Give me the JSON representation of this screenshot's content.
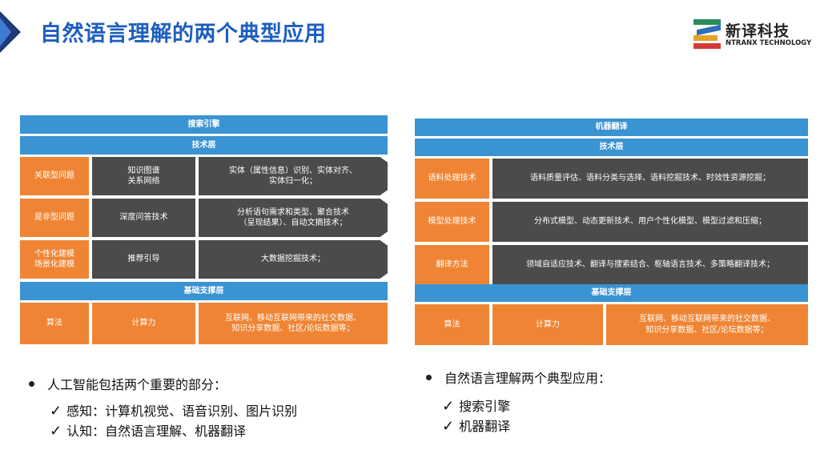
{
  "page_title": "自然语言理解的两个典型应用",
  "logo": {
    "name": "新译科技",
    "subtitle": "NTRANX TECHNOLOGY"
  },
  "left_diagram": {
    "header": "搜索引擎",
    "layer1_label": "技术层",
    "rows": [
      {
        "category": "关联型问题",
        "method": "知识图谱\n关系网络",
        "detail": "实体（属性信息）识别、实体对齐、\n实体归一化；"
      },
      {
        "category": "是非型问题",
        "method": "深度问答技术",
        "detail": "分析语句需求和类型、聚合技术\n（呈现结果）、自动文摘技术；"
      },
      {
        "category": "个性化建模\n场景化建模",
        "method": "推荐引导",
        "detail": "大数据挖掘技术；"
      }
    ],
    "layer2_label": "基础支撑层",
    "base": {
      "algorithm": "算法",
      "compute": "计算力",
      "data": "互联网、移动互联网带来的社交数据、\n知识分享数据、社区/论坛数据等；"
    }
  },
  "right_diagram": {
    "header": "机器翻译",
    "layer1_label": "技术层",
    "rows": [
      {
        "category": "语料处理技术",
        "detail": "语料质量评估、语料分类与选择、语料挖掘技术、时效性资源挖掘；"
      },
      {
        "category": "模型处理技术",
        "detail": "分布式模型、动态更新技术、用户个性化模型、模型过滤和压缩；"
      },
      {
        "category": "翻译方法",
        "detail": "领域自适应技术、翻译与搜索结合、枢轴语言技术、多策略翻译技术；"
      }
    ],
    "layer2_label": "基础支撑层",
    "base": {
      "algorithm": "算法",
      "compute": "计算力",
      "data": "互联网、移动互联网带来的社交数据、\n知识分享数据、社区/论坛数据等；"
    }
  },
  "left_bullets": {
    "main": "人工智能包括两个重要的部分：",
    "subs": [
      "感知：计算机视觉、语音识别、图片识别",
      "认知：自然语言理解、机器翻译"
    ]
  },
  "right_bullets": {
    "main": "自然语言理解两个典型应用：",
    "subs": [
      "搜索引擎",
      "机器翻译"
    ]
  },
  "colors": {
    "title_blue": "#1e5fbf",
    "header_blue": "#3a93d2",
    "orange": "#ef8534",
    "dark_gray": "#4b4b4b"
  }
}
